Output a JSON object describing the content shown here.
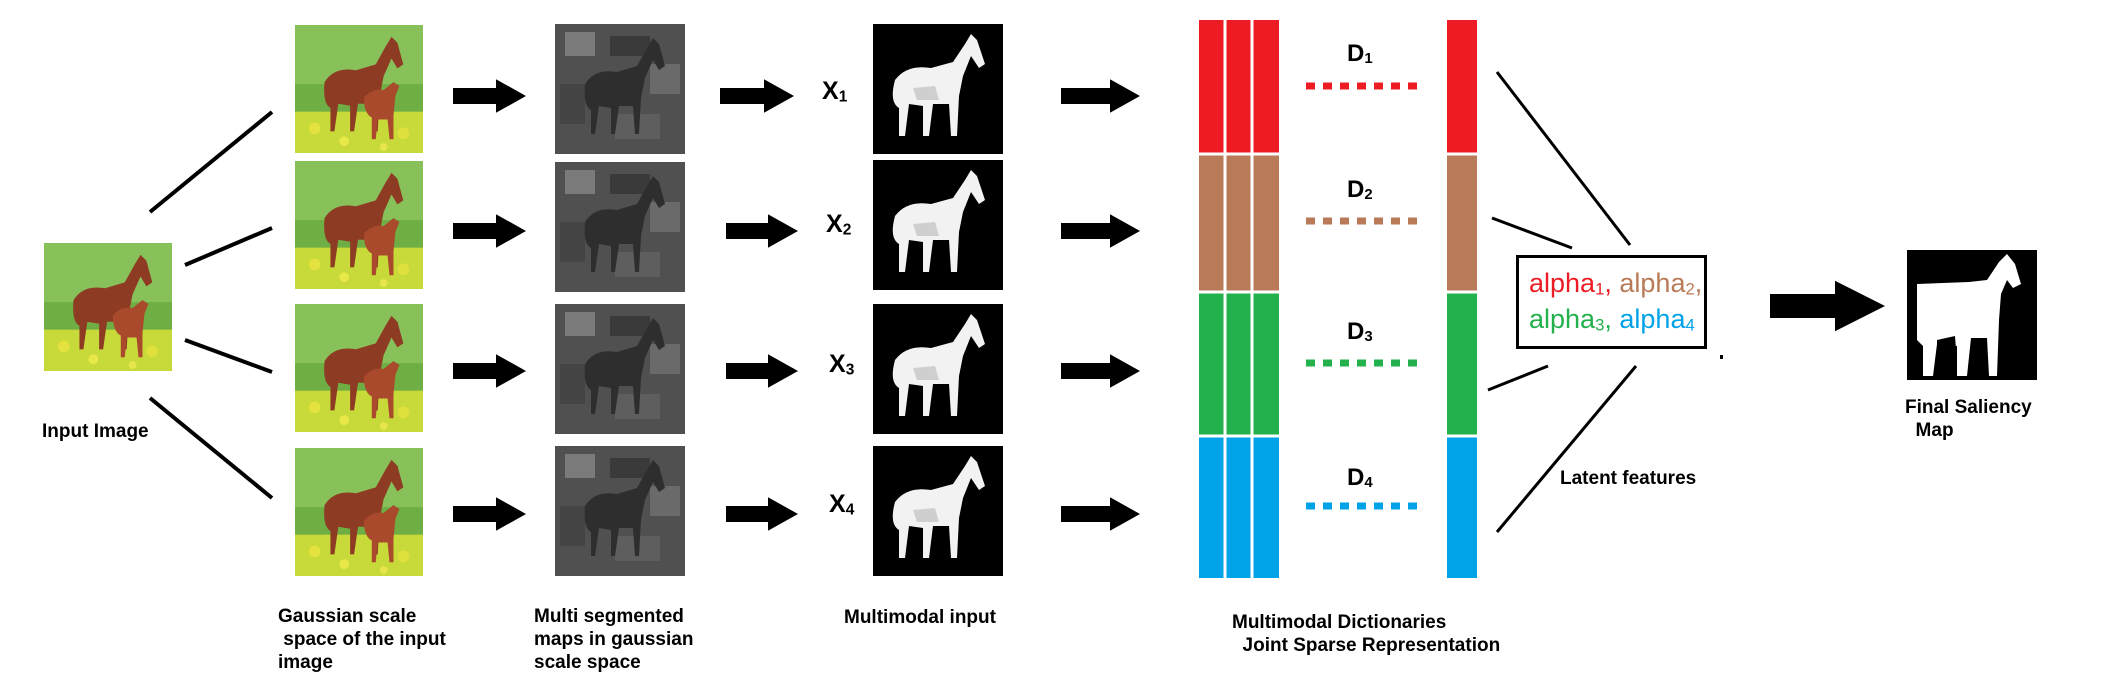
{
  "labels": {
    "input_image": "Input Image",
    "gaussian": "Gaussian scale\n space of the input\nimage",
    "multi_segmented": "Multi segmented\nmaps in gaussian\nscale space",
    "multimodal_input": "Multimodal input",
    "dictionaries": "Multimodal Dictionaries\n  Joint Sparse Representation",
    "latent": "Latent features",
    "final": "Final Saliency\n  Map"
  },
  "x_labels": [
    {
      "base": "X",
      "sub": "1"
    },
    {
      "base": "X",
      "sub": "2"
    },
    {
      "base": "X",
      "sub": "3"
    },
    {
      "base": "X",
      "sub": "4"
    }
  ],
  "dict_labels": [
    {
      "base": "D",
      "sub": "1"
    },
    {
      "base": "D",
      "sub": "2"
    },
    {
      "base": "D",
      "sub": "3"
    },
    {
      "base": "D",
      "sub": "4"
    }
  ],
  "alpha": [
    {
      "text": "alpha",
      "sub": "1",
      "sep": ", ",
      "color": "#ed1c24"
    },
    {
      "text": "alpha",
      "sub": "2",
      "sep": ",",
      "color": "#b97a57"
    },
    {
      "text": "alpha",
      "sub": "3",
      "sep": ", ",
      "color": "#22b14c"
    },
    {
      "text": "alpha",
      "sub": "4",
      "sep": "",
      "color": "#00a2e8"
    }
  ],
  "colors": {
    "red": "#ed1c24",
    "brown": "#b97a57",
    "green": "#22b14c",
    "blue": "#00a2e8"
  },
  "icons": {
    "input": "horse-photo-icon",
    "scale": "horse-photo-icon",
    "segmented": "segmented-map-icon",
    "multimodal": "saliency-silhouette-icon",
    "final": "saliency-silhouette-icon"
  }
}
